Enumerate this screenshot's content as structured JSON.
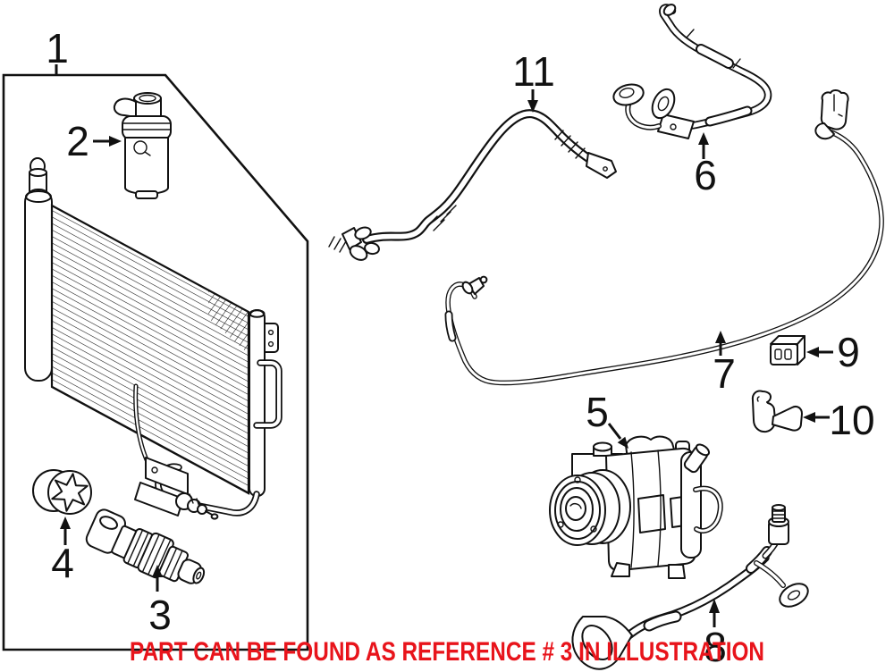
{
  "diagram": {
    "background": "#FFFFFF",
    "line_color": "#111111"
  },
  "notice": {
    "text": "PART CAN BE FOUND AS REFERENCE # 3 IN ILLUSTRATION",
    "color": "#E8141B"
  },
  "callouts": [
    {
      "number": "1"
    },
    {
      "number": "2"
    },
    {
      "number": "3"
    },
    {
      "number": "4"
    },
    {
      "number": "5"
    },
    {
      "number": "6"
    },
    {
      "number": "7"
    },
    {
      "number": "8"
    },
    {
      "number": "9"
    },
    {
      "number": "10"
    },
    {
      "number": "11"
    }
  ]
}
